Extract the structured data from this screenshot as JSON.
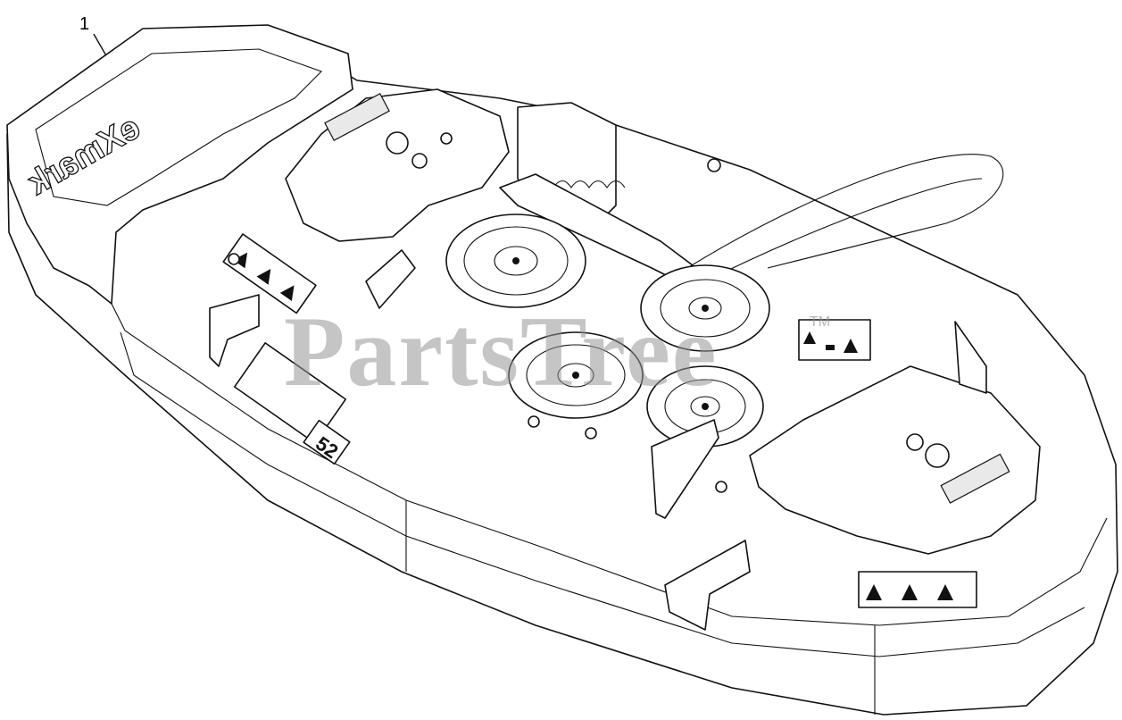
{
  "diagram": {
    "callouts": [
      {
        "number": "1"
      }
    ],
    "watermark": {
      "text": "PartsTree",
      "trademark": "TM"
    },
    "deck_brand_text": "eXmark",
    "deck_size_badge": "52"
  },
  "colors": {
    "line": "#111111",
    "background": "#ffffff",
    "watermark": "#969696"
  }
}
